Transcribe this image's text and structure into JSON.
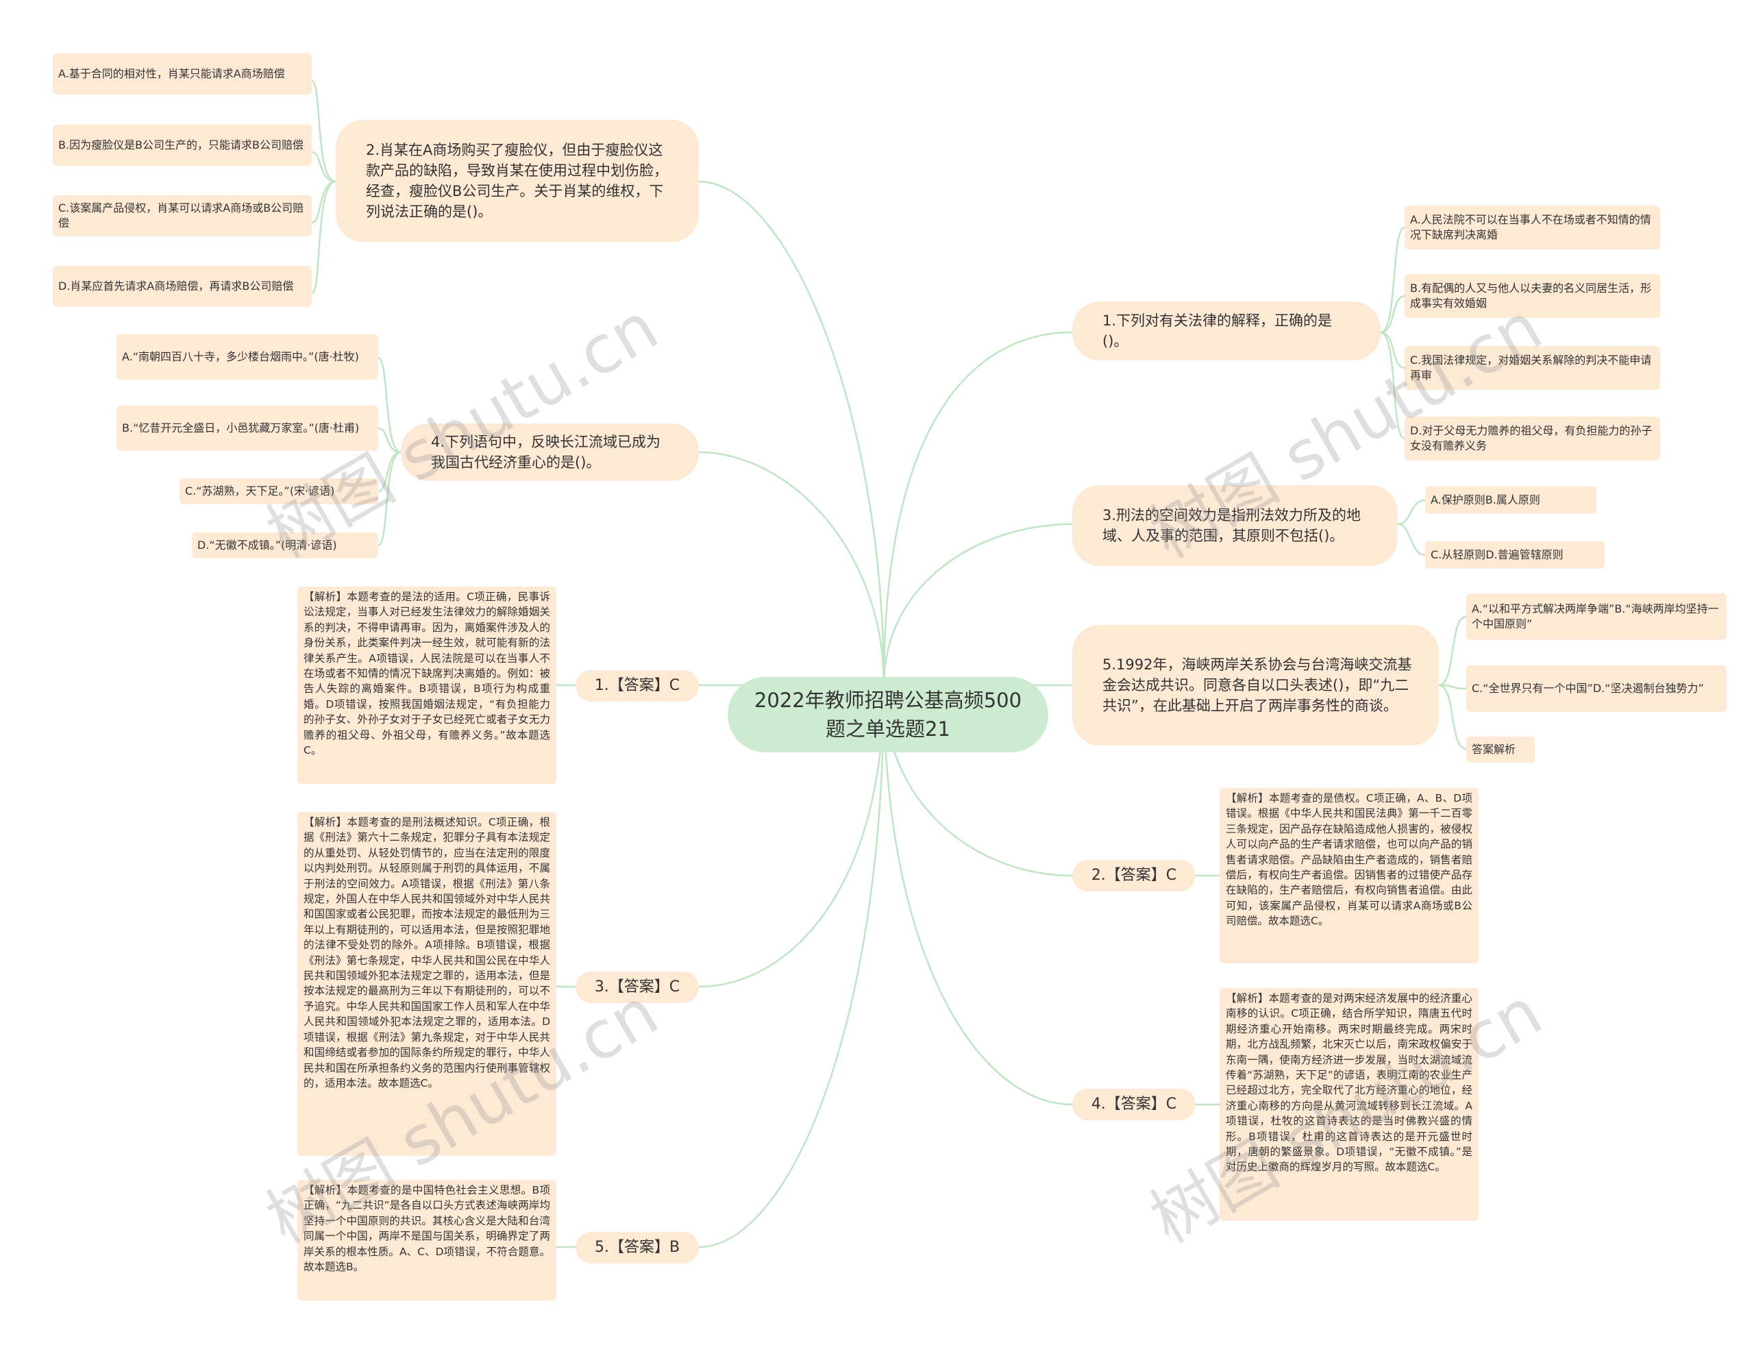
{
  "root": {
    "title": "2022年教师招聘公基高频500题之单选题21"
  },
  "questions": {
    "q1": {
      "text": "1.下列对有关法律的解释，正确的是()。",
      "options": [
        "A.人民法院不可以在当事人不在场或者不知情的情况下缺席判决离婚",
        "B.有配偶的人又与他人以夫妻的名义同居生活，形成事实有效婚姻",
        "C.我国法律规定，对婚姻关系解除的判决不能申请再审",
        "D.对于父母无力赡养的祖父母，有负担能力的孙子女没有赡养义务"
      ]
    },
    "q2": {
      "text": "2.肖某在A商场购买了瘦脸仪，但由于瘦脸仪这款产品的缺陷，导致肖某在使用过程中划伤脸，经查，瘦脸仪B公司生产。关于肖某的维权，下列说法正确的是()。",
      "options": [
        "A.基于合同的相对性，肖某只能请求A商场赔偿",
        "B.因为瘦脸仪是B公司生产的，只能请求B公司赔偿",
        "C.该案属产品侵权，肖某可以请求A商场或B公司赔偿",
        "D.肖某应首先请求A商场赔偿，再请求B公司赔偿"
      ]
    },
    "q3": {
      "text": "3.刑法的空间效力是指刑法效力所及的地域、人及事的范围，其原则不包括()。",
      "options": [
        "A.保护原则B.属人原则",
        "C.从轻原则D.普遍管辖原则"
      ]
    },
    "q4": {
      "text": "4.下列语句中，反映长江流域已成为我国古代经济重心的是()。",
      "options": [
        "A.“南朝四百八十寺，多少楼台烟雨中。”(唐·杜牧)",
        "B.“忆昔开元全盛日，小邑犹藏万家室。”(唐·杜甫)",
        "C.“苏湖熟，天下足。”(宋·谚语)",
        "D.“无徽不成镇。”(明清·谚语)"
      ]
    },
    "q5": {
      "text": "5.1992年，海峡两岸关系协会与台湾海峡交流基金会达成共识。同意各自以口头表述()，即“九二共识”，在此基础上开启了两岸事务性的商谈。",
      "options": [
        "A.“以和平方式解决两岸争端”B.“海峡两岸均坚持一个中国原则”",
        "C.“全世界只有一个中国”D.“坚决遏制台独势力”",
        "答案解析"
      ]
    }
  },
  "answers": {
    "a1": {
      "label": "1.【答案】C",
      "explanation": "【解析】本题考查的是法的适用。C项正确，民事诉讼法规定，当事人对已经发生法律效力的解除婚姻关系的判决，不得申请再审。因为，离婚案件涉及人的身份关系，此类案件判决一经生效，就可能有新的法律关系产生。A项错误，人民法院是可以在当事人不在场或者不知情的情况下缺席判决离婚的。例如：被告人失踪的离婚案件。B项错误，B项行为构成重婚。D项错误，按照我国婚姻法规定，“有负担能力的孙子女、外孙子女对于子女已经死亡或者子女无力赡养的祖父母、外祖父母，有赡养义务。”故本题选C。"
    },
    "a2": {
      "label": "2.【答案】C",
      "explanation": "【解析】本题考查的是债权。C项正确，A、B、D项错误。根据《中华人民共和国民法典》第一千二百零三条规定，因产品存在缺陷造成他人损害的，被侵权人可以向产品的生产者请求赔偿，也可以向产品的销售者请求赔偿。产品缺陷由生产者造成的，销售者赔偿后，有权向生产者追偿。因销售者的过错使产品存在缺陷的，生产者赔偿后，有权向销售者追偿。由此可知，该案属产品侵权，肖某可以请求A商场或B公司赔偿。故本题选C。"
    },
    "a3": {
      "label": "3.【答案】C",
      "explanation": "【解析】本题考查的是刑法概述知识。C项正确，根据《刑法》第六十二条规定，犯罪分子具有本法规定的从重处罚、从轻处罚情节的，应当在法定刑的限度以内判处刑罚。从轻原则属于刑罚的具体运用，不属于刑法的空间效力。A项错误，根据《刑法》第八条规定，外国人在中华人民共和国领域外对中华人民共和国国家或者公民犯罪，而按本法规定的最低刑为三年以上有期徒刑的，可以适用本法，但是按照犯罪地的法律不受处罚的除外。A项排除。B项错误，根据《刑法》第七条规定，中华人民共和国公民在中华人民共和国领域外犯本法规定之罪的，适用本法，但是按本法规定的最高刑为三年以下有期徒刑的，可以不予追究。中华人民共和国国家工作人员和军人在中华人民共和国领域外犯本法规定之罪的，适用本法。D项错误，根据《刑法》第九条规定，对于中华人民共和国缔结或者参加的国际条约所规定的罪行，中华人民共和国在所承担条约义务的范围内行使刑事管辖权的，适用本法。故本题选C。"
    },
    "a4": {
      "label": "4.【答案】C",
      "explanation": "【解析】本题考查的是对两宋经济发展中的经济重心南移的认识。C项正确，结合所学知识，隋唐五代时期经济重心开始南移。两宋时期最终完成。两宋时期，北方战乱频繁，北宋灭亡以后，南宋政权偏安于东南一隅，使南方经济进一步发展，当时太湖流域流传着“苏湖熟，天下足”的谚语，表明江南的农业生产已经超过北方，完全取代了北方经济重心的地位，经济重心南移的方向是从黄河流域转移到长江流域。A项错误，杜牧的这首诗表达的是当时佛教兴盛的情形。B项错误，杜甫的这首诗表达的是开元盛世时期，唐朝的繁盛景象。D项错误，“无徽不成镇。”是对历史上徽商的辉煌岁月的写照。故本题选C。"
    },
    "a5": {
      "label": "5.【答案】B",
      "explanation": "【解析】本题考查的是中国特色社会主义思想。B项正确，“九二共识”是各自以口头方式表述海峡两岸均坚持一个中国原则的共识。其核心含义是大陆和台湾同属一个中国，两岸不是国与国关系，明确界定了两岸关系的根本性质。A、C、D项错误，不符合题意。故本题选B。"
    }
  },
  "watermark": "树图 shutu.cn",
  "colors": {
    "node_fill": "#fde9d4",
    "root_fill": "#cdebd1",
    "connector": "#bfe5c4",
    "text": "#333333"
  }
}
